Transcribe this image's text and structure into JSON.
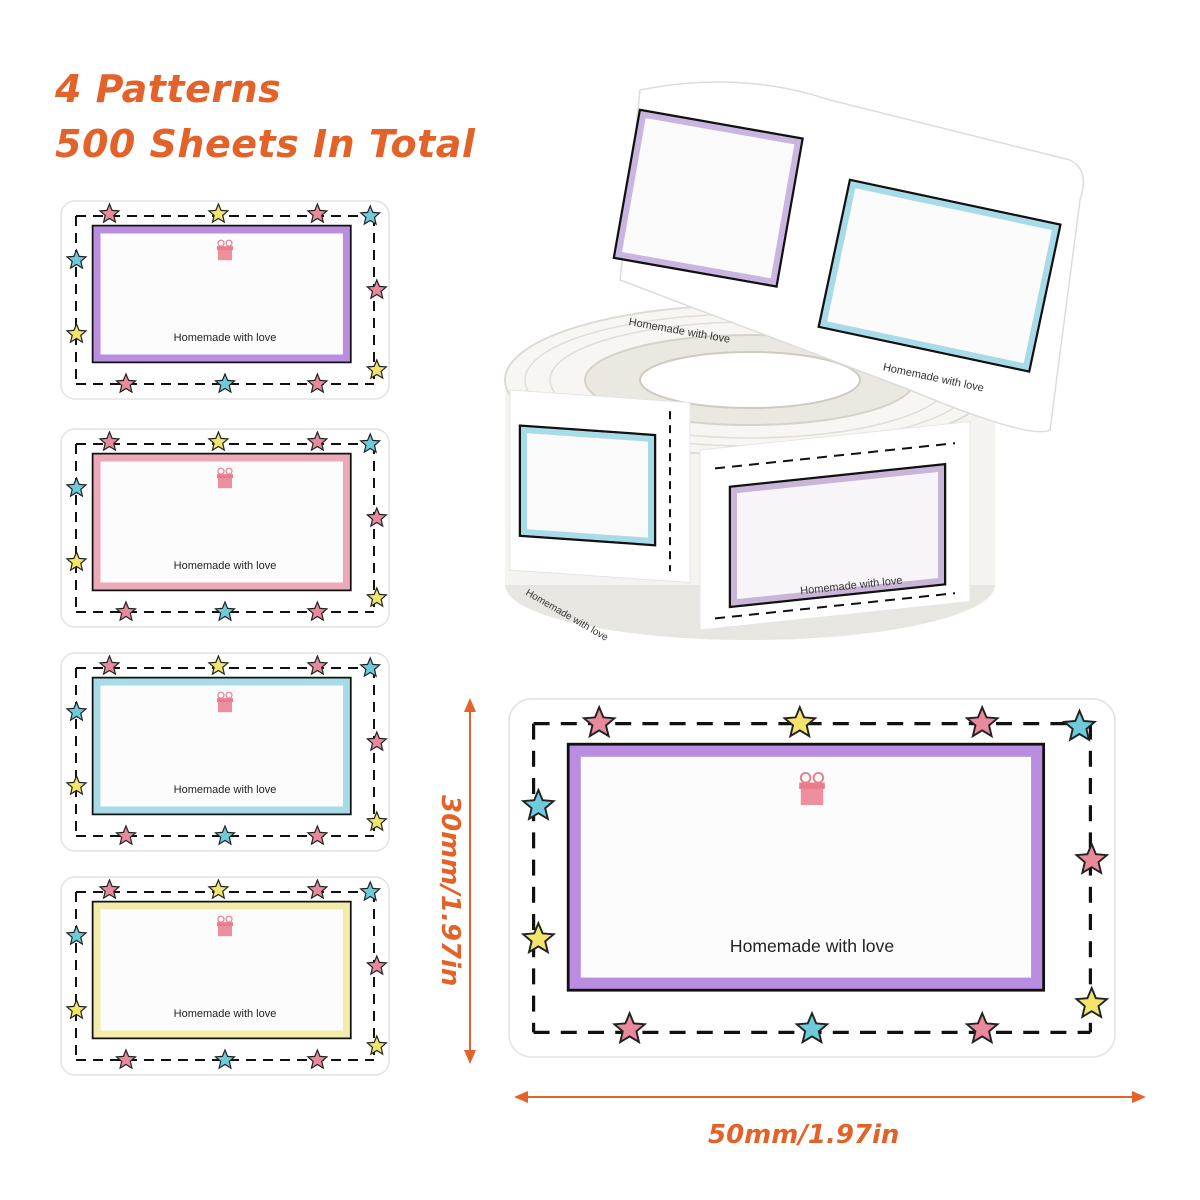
{
  "headline": {
    "line1": "4 Patterns",
    "line2": "500 Sheets In Total"
  },
  "label_text": "Homemade with love",
  "patterns": [
    {
      "name": "purple",
      "color": "#b98ee0"
    },
    {
      "name": "pink",
      "color": "#ecaab9"
    },
    {
      "name": "blue",
      "color": "#a7dbe8"
    },
    {
      "name": "yellow",
      "color": "#f2ecaa"
    }
  ],
  "dimensions": {
    "height_label": "30mm/1.97in",
    "width_label": "50mm/1.97in"
  },
  "colors": {
    "accent": "#e2622a",
    "star_pink": "#e9899c",
    "star_blue": "#6fcbdc",
    "star_yellow": "#f3e46b"
  },
  "icons": [
    "gift-icon",
    "star-icon",
    "arrow-icon"
  ]
}
